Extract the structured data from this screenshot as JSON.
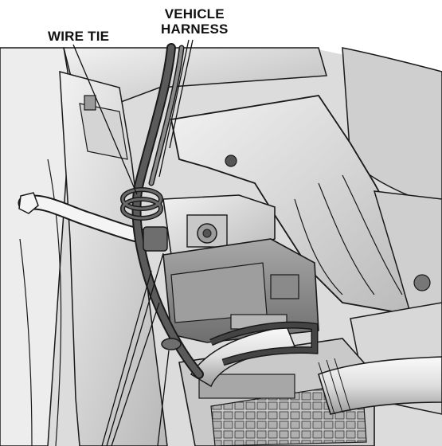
{
  "labels": {
    "wire_tie": "WIRE TIE",
    "vehicle_harness_line1": "VEHICLE",
    "vehicle_harness_line2": "HARNESS"
  },
  "colors": {
    "background": "#ffffff",
    "metal_light": "#e6e6e6",
    "metal_mid": "#c4c4c4",
    "metal_dark": "#8c8c8c",
    "harness": "#3a3a3a",
    "outline": "#1a1a1a"
  }
}
